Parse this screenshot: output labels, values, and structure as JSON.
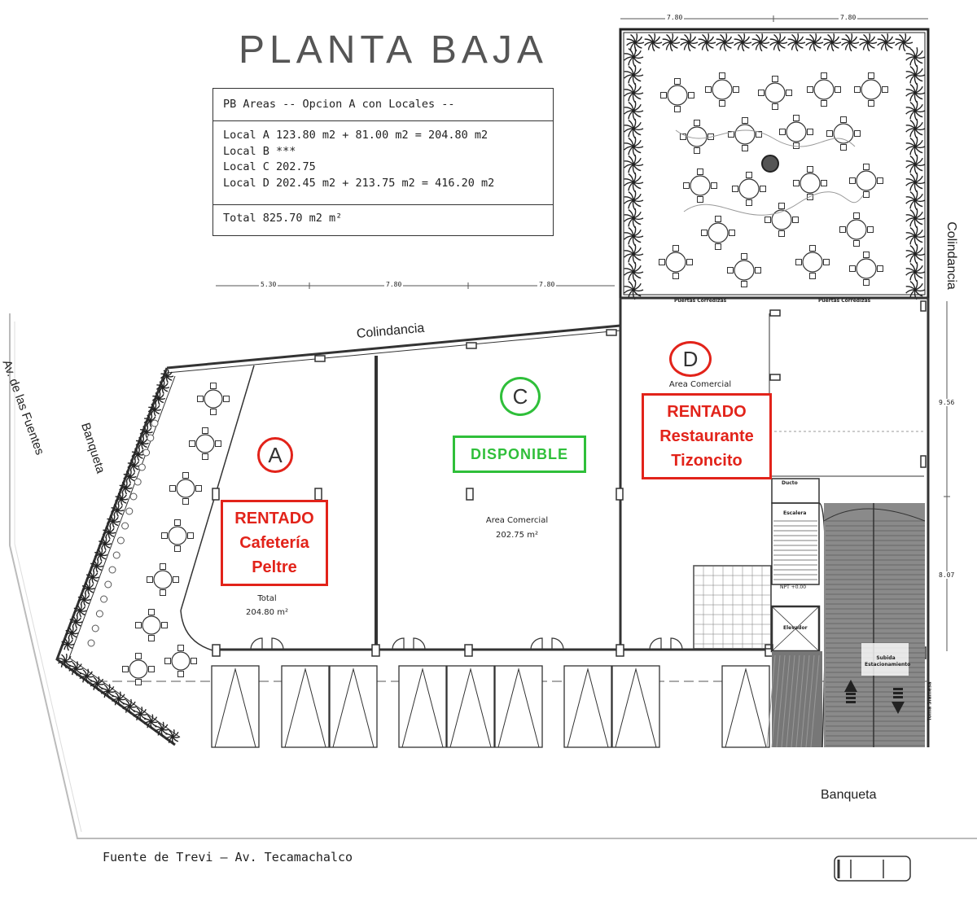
{
  "title": "PLANTA BAJA",
  "areas_table": {
    "header": "PB Areas -- Opcion A con Locales --",
    "rows": [
      "Local A 123.80 m2 + 81.00 m2 = 204.80 m2",
      "Local B ***",
      "Local C 202.75",
      "Local D 202.45 m2 + 213.75 m2 = 416.20 m2"
    ],
    "total": "Total 825.70 m2 m²"
  },
  "dimensions": {
    "top_left": "5.30",
    "top_mid": "7.80",
    "top_right": "7.80",
    "garden_left": "7.80",
    "garden_right": "7.80",
    "side_upper": "9.56",
    "side_lower": "8.07"
  },
  "labels": {
    "colindancia_top": "Colindancia",
    "colindancia_side": "Colindancia",
    "av_fuentes": "Av. de las Fuentes",
    "banqueta_left": "Banqueta",
    "banqueta_bottom": "Banqueta",
    "street_bottom": "Fuente de Trevi — Av. Tecamachalco",
    "puertas_left": "Puertas Corredizas",
    "puertas_right": "Puertas Corredizas",
    "ducto": "Ducto",
    "escalera": "Escalera",
    "elevador": "Elevador",
    "npt": "NPT +0.00",
    "subida": "Subida Estacionamiento",
    "toma": "Toma Siamesa"
  },
  "units": {
    "A": {
      "letter": "A",
      "status": [
        "RENTADO",
        "Cafetería",
        "Peltre"
      ],
      "area_label": "Total",
      "area_value": "204.80 m²"
    },
    "C": {
      "letter": "C",
      "status": "DISPONIBLE",
      "area_label": "Area Comercial",
      "area_value": "202.75 m²"
    },
    "D": {
      "letter": "D",
      "area_label": "Area Comercial",
      "status": [
        "RENTADO",
        "Restaurante",
        "Tizoncito"
      ]
    }
  },
  "colors": {
    "rented": "#e2231a",
    "available": "#2fbf3a",
    "line": "#333333"
  }
}
